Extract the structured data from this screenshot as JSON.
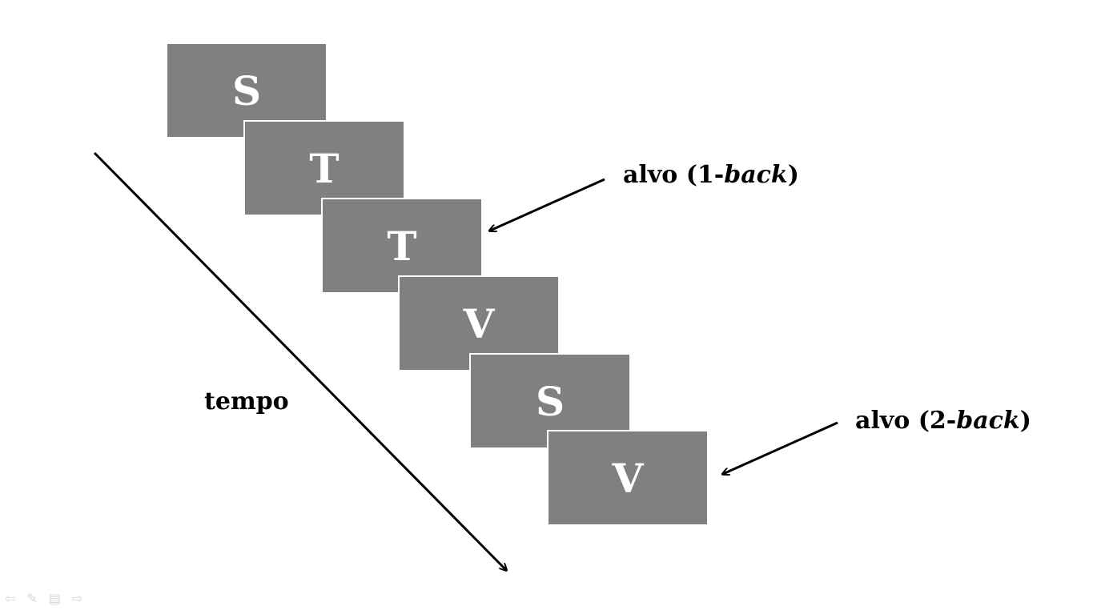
{
  "stimuli": [
    {
      "letter": "S"
    },
    {
      "letter": "T"
    },
    {
      "letter": "T"
    },
    {
      "letter": "V"
    },
    {
      "letter": "S"
    },
    {
      "letter": "V"
    }
  ],
  "time_label": "tempo",
  "targets": [
    {
      "prefix": "alvo (1-",
      "italic": "back",
      "suffix": ")"
    },
    {
      "prefix": "alvo (2-",
      "italic": "back",
      "suffix": ")"
    }
  ],
  "colors": {
    "stimulus_fill": "#808080",
    "stimulus_text": "#ffffff",
    "arrow": "#000000"
  },
  "icons": [
    "previous-slide-icon",
    "pen-icon",
    "menu-icon",
    "next-slide-icon"
  ]
}
